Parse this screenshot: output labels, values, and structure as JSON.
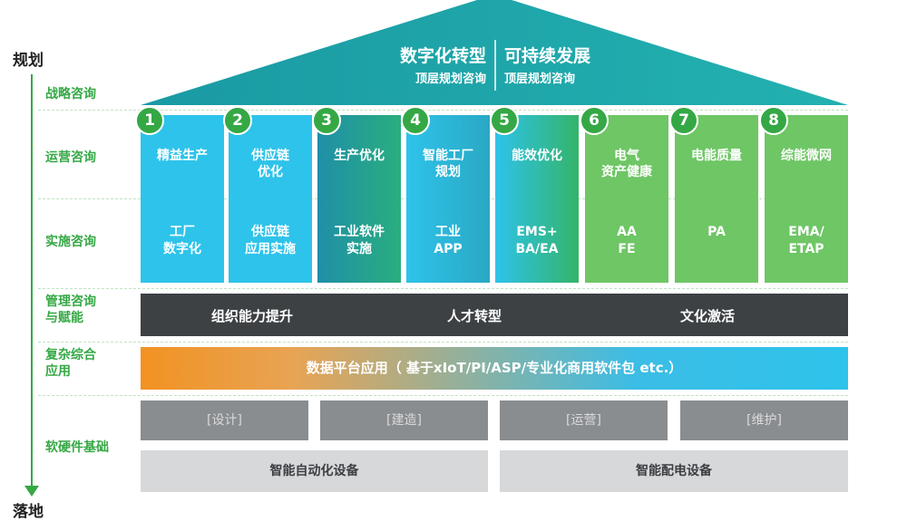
{
  "axis": {
    "top": "规划",
    "bottom": "落地"
  },
  "levels": {
    "strategy": "战略咨询",
    "operation": "运营咨询",
    "implementation": "实施咨询",
    "management": "管理咨询\n与赋能",
    "complex": "复杂综合\n应用",
    "foundation": "软硬件基础"
  },
  "roof": {
    "left_title": "数字化转型",
    "left_sub": "顶层规划咨询",
    "right_title": "可持续发展",
    "right_sub": "顶层规划咨询"
  },
  "pillars": [
    {
      "num": "1",
      "top": "精益生产",
      "bottom": "工厂\n数字化"
    },
    {
      "num": "2",
      "top": "供应链\n优化",
      "bottom": "供应链\n应用实施"
    },
    {
      "num": "3",
      "top": "生产优化",
      "bottom": "工业软件\n实施"
    },
    {
      "num": "4",
      "top": "智能工厂\n规划",
      "bottom": "工业\nAPP"
    },
    {
      "num": "5",
      "top": "能效优化",
      "bottom": "EMS+\nBA/EA"
    },
    {
      "num": "6",
      "top": "电气\n资产健康",
      "bottom": "AA\nFE"
    },
    {
      "num": "7",
      "top": "电能质量",
      "bottom": "PA"
    },
    {
      "num": "8",
      "top": "综能微网",
      "bottom": "EMA/\nETAP"
    }
  ],
  "management_items": [
    "组织能力提升",
    "人才转型",
    "文化激活"
  ],
  "platform": "数据平台应用（ 基于xIoT/PI/ASP/专业化商用软件包 etc.）",
  "foundation_steps": [
    "[设计]",
    "[建造]",
    "[运营]",
    "[维护]"
  ],
  "foundation_devices": [
    "智能自动化设备",
    "智能配电设备"
  ],
  "colors": {
    "green": "#35a845",
    "cyan": "#2dc4ea",
    "teal": "#1f9aa6",
    "dark": "#3d4144",
    "orange": "#f29222"
  }
}
